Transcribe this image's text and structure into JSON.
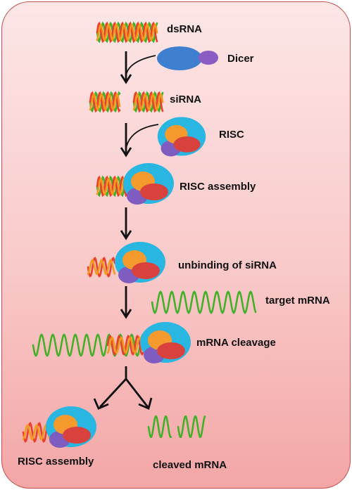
{
  "labels": {
    "dsrna": "dsRNA",
    "dicer": "Dicer",
    "sirna": "siRNA",
    "risc": "RISC",
    "risc_assembly": "RISC assembly",
    "unbinding": "unbinding of siRNA",
    "target_mrna": "target mRNA",
    "mrna_cleavage": "mRNA cleavage",
    "risc_assembly_bottom": "RISC assembly",
    "cleaved_mrna": "cleaved mRNA"
  },
  "colors": {
    "strand_red": "#e8402a",
    "strand_orange": "#f39a1e",
    "strand_green": "#43b02a",
    "dicer_blue": "#3f7fd0",
    "dicer_purple": "#8a5cc4",
    "risc_cyan": "#29b6e0",
    "risc_orange": "#f59a2c",
    "risc_red": "#d9423c",
    "risc_purple": "#7f5cc0",
    "arrow": "#111111",
    "border": "#c0504d"
  }
}
